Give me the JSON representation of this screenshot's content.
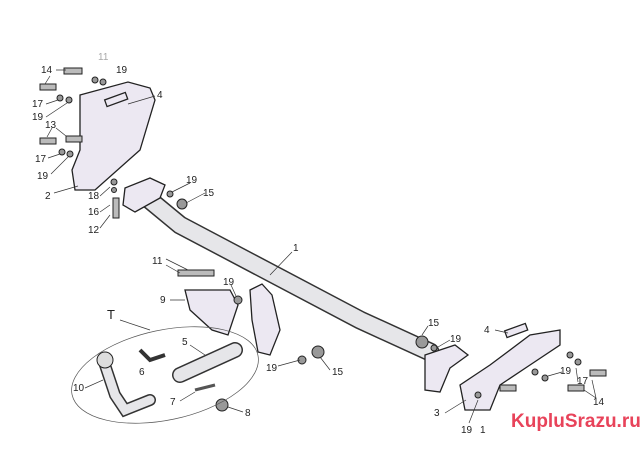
{
  "diagram": {
    "title_group": "T",
    "labels": [
      "14",
      "11",
      "19",
      "4",
      "17",
      "19",
      "13",
      "17",
      "19",
      "2",
      "18",
      "16",
      "12",
      "19",
      "15",
      "1",
      "11",
      "19",
      "9",
      "5",
      "6",
      "10",
      "7",
      "8",
      "19",
      "15",
      "15",
      "19",
      "4",
      "19",
      "17",
      "14",
      "3",
      "19",
      "1"
    ],
    "colors": {
      "part_fill": "#ece8f2",
      "watermark": "#e8435a"
    }
  },
  "watermark": "KupluSrazu.ru"
}
